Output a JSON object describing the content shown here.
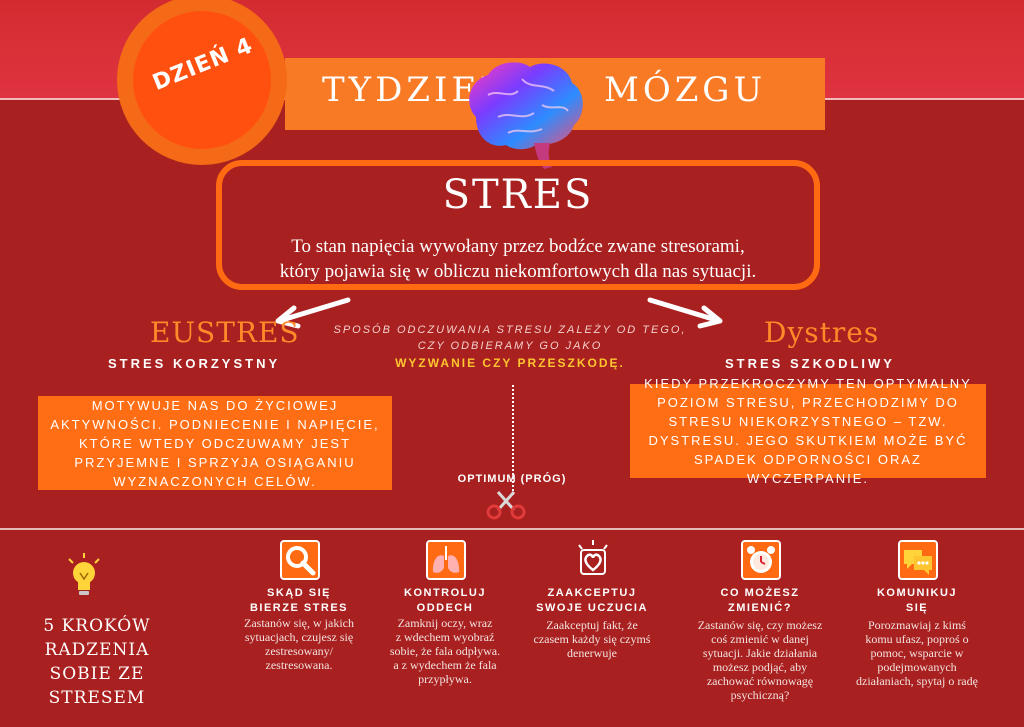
{
  "header": {
    "day_badge": "DZIEŃ 4",
    "week_left": "TYDZIEŃ",
    "week_right": "MÓZGU"
  },
  "stres": {
    "title": "STRES",
    "desc_line1": "To stan napięcia wywołany przez bodźce zwane stresorami,",
    "desc_line2": "który pojawia się w obliczu niekomfortowych dla nas sytuacji."
  },
  "eustres": {
    "title": "EUSTRES",
    "subtitle": "STRES KORZYSTNY",
    "box": "MOTYWUJE NAS DO ŻYCIOWEJ AKTYWNOŚCI. PODNIECENIE I NAPIĘCIE, KTÓRE WTEDY ODCZUWAMY JEST PRZYJEMNE I SPRZYJA OSIĄGANIU WYZNACZONYCH CELÓW."
  },
  "dystres": {
    "title": "Dystres",
    "subtitle": "STRES SZKODLIWY",
    "box": "KIEDY PRZEKROCZYMY TEN OPTYMALNY POZIOM STRESU, PRZECHODZIMY DO STRESU NIEKORZYSTNEGO – TZW. DYSTRESU. JEGO SKUTKIEM MOŻE BYĆ SPADEK ODPORNOŚCI ORAZ WYCZERPANIE."
  },
  "middle": {
    "line1": "SPOSÓB ODCZUWANIA STRESU ZALEŻY OD TEGO,",
    "line2": "CZY ODBIERAMY GO JAKO",
    "emphasis": "WYZWANIE CZY PRZESZKODĘ.",
    "optimum": "OPTIMUM (PRÓG)"
  },
  "steps_title_line1": "5 KROKÓW RADZENIA",
  "steps_title_line2": "SOBIE ZE STRESEM",
  "colors": {
    "background": "#a8201f",
    "accent": "#ff6e14",
    "highlight": "#ffc531"
  },
  "steps": [
    {
      "icon": "magnifier-icon",
      "title1": "SKĄD SIĘ",
      "title2": "BIERZE STRES",
      "desc": [
        "Zastanów się, w jakich",
        "sytuacjach, czujesz się",
        "zestresowany/",
        "zestresowana."
      ]
    },
    {
      "icon": "lungs-icon",
      "title1": "KONTROLUJ",
      "title2": "ODDECH",
      "desc": [
        "Zamknij oczy, wraz",
        "z wdechem wyobraź",
        "sobie, że fala odpływa.",
        "a z wydechem że fala",
        "przypływa."
      ]
    },
    {
      "icon": "heart-icon",
      "title1": "ZAAKCEPTUJ",
      "title2": "SWOJE UCZUCIA",
      "desc": [
        "Zaakceptuj fakt, że",
        "czasem każdy się czymś",
        "denerwuje"
      ]
    },
    {
      "icon": "alarm-clock-icon",
      "title1": "CO MOŻESZ",
      "title2": "ZMIENIĆ?",
      "desc": [
        "Zastanów się, czy możesz",
        "coś zmienić w danej",
        "sytuacji. Jakie działania",
        "możesz podjąć, aby",
        "zachować równowagę",
        "psychiczną?"
      ]
    },
    {
      "icon": "chat-bubbles-icon",
      "title1": "KOMUNIKUJ",
      "title2": "SIĘ",
      "desc": [
        "Porozmawiaj z kimś",
        "komu ufasz, poproś o",
        "pomoc, wsparcie w",
        "podejmowanych",
        "działaniach, spytaj o radę"
      ]
    }
  ]
}
